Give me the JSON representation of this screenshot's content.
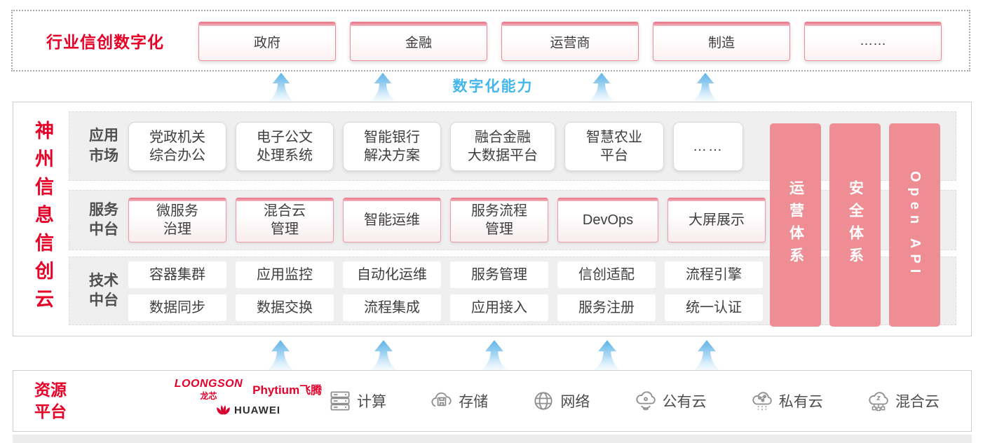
{
  "colors": {
    "brand_red": "#e60027",
    "pillar_pink": "#ee8d93",
    "capability_blue": "#45b6ea"
  },
  "top": {
    "title": "行业信创数字化",
    "items": [
      "政府",
      "金融",
      "运营商",
      "制造",
      "……"
    ]
  },
  "capability_label": "数字化能力",
  "main": {
    "title": "神州信息信创云",
    "rows": [
      {
        "label": "应用\n市场",
        "items": [
          "党政机关\n综合办公",
          "电子公文\n处理系统",
          "智能银行\n解决方案",
          "融合金融\n大数据平台",
          "智慧农业\n平台",
          "……"
        ]
      },
      {
        "label": "服务\n中台",
        "items": [
          "微服务\n治理",
          "混合云\n管理",
          "智能运维",
          "服务流程\n管理",
          "DevOps",
          "大屏展示"
        ]
      },
      {
        "label": "技术\n中台",
        "items_row1": [
          "容器集群",
          "应用监控",
          "自动化运维",
          "服务管理",
          "信创适配",
          "流程引擎"
        ],
        "items_row2": [
          "数据同步",
          "数据交换",
          "流程集成",
          "应用接入",
          "服务注册",
          "统一认证"
        ]
      }
    ],
    "pillars": [
      "运营体系",
      "安全体系",
      "Open API"
    ]
  },
  "resources": {
    "title": "资源\n平台",
    "logos": {
      "loongson": "LOONGSON",
      "loongson_sub": "龙芯",
      "phytium": "Phytium",
      "phytium_sub": "飞腾",
      "huawei": "HUAWEI"
    },
    "items": [
      {
        "icon": "server-icon",
        "label": "计算"
      },
      {
        "icon": "storage-icon",
        "label": "存储"
      },
      {
        "icon": "network-icon",
        "label": "网络"
      },
      {
        "icon": "public-cloud-icon",
        "label": "公有云"
      },
      {
        "icon": "private-cloud-icon",
        "label": "私有云"
      },
      {
        "icon": "hybrid-cloud-icon",
        "label": "混合云"
      }
    ]
  }
}
